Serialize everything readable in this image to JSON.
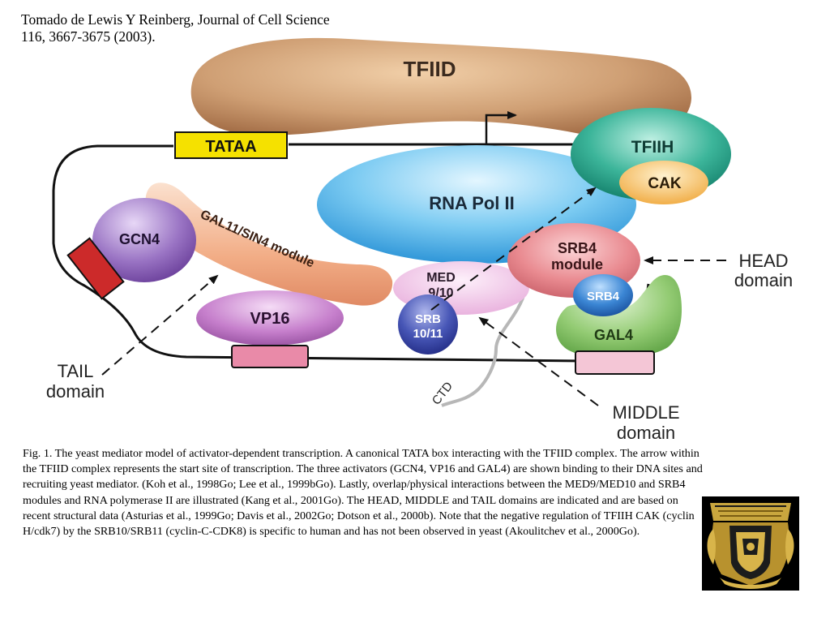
{
  "citation": {
    "line1": "Tomado de Lewis Y Reinberg, Journal of Cell Science",
    "line2": "116, 3667-3675 (2003)."
  },
  "diagram": {
    "tfiid": "TFIID",
    "tataa": "TATAA",
    "tfiih": "TFIIH",
    "cak": "CAK",
    "rna_pol_ii": "RNA Pol II",
    "gcn4": "GCN4",
    "gal11_module": "GAL11/SIN4 module",
    "vp16": "VP16",
    "med_line1": "MED",
    "med_line2": "9/10",
    "srb1011_line1": "SRB",
    "srb1011_line2": "10/11",
    "srb4_module_line1": "SRB4",
    "srb4_module_line2": "module",
    "srb4": "SRB4",
    "gal4": "GAL4",
    "head_line1": "HEAD",
    "head_line2": "domain",
    "middle_line1": "MIDDLE",
    "middle_line2": "domain",
    "tail_line1": "TAIL",
    "tail_line2": "domain",
    "ctd": "CTD"
  },
  "caption": "Fig. 1. The yeast mediator model of activator-dependent transcription. A canonical TATA box  interacting with the TFIID complex. The arrow within the TFIID complex represents the start site of transcription. The three activators (GCN4, VP16 and GAL4) are shown binding to their DNA sites and recruiting yeast mediator. (Koh et al., 1998Go; Lee et al., 1999bGo).  Lastly, overlap/physical interactions between the MED9/MED10 and SRB4 modules and RNA polymerase II are illustrated (Kang et al., 2001Go). The HEAD, MIDDLE and TAIL domains are indicated and are based on recent structural data (Asturias et al., 1999Go; Davis et al., 2002Go; Dotson et al., 2000b). Note that the negative regulation of TFIIH CAK (cyclin H/cdk7) by the SRB10/SRB11 (cyclin-C-CDK8) is specific to human and has not been observed in yeast (Akoulitchev et al., 2000Go).",
  "colors": {
    "tfiid": "#c8946a",
    "tataa": "#f5e100",
    "tfiih": "#1f9c84",
    "cak": "#f2b64d",
    "rna_pol_ii": "#5ab8ea",
    "gcn4": "#8e62b8",
    "gal11": "#f2ad86",
    "vp16": "#c276c8",
    "med": "#f3c6e6",
    "srb1011": "#3f4fb0",
    "srb4_module": "#e7838a",
    "srb4": "#2f73c7",
    "gal4": "#8cc86a",
    "dna_site_red": "#cc2a2a",
    "dna_site_pink": "#e98aa8"
  },
  "logo": {
    "icon": "unam-shield-icon"
  }
}
